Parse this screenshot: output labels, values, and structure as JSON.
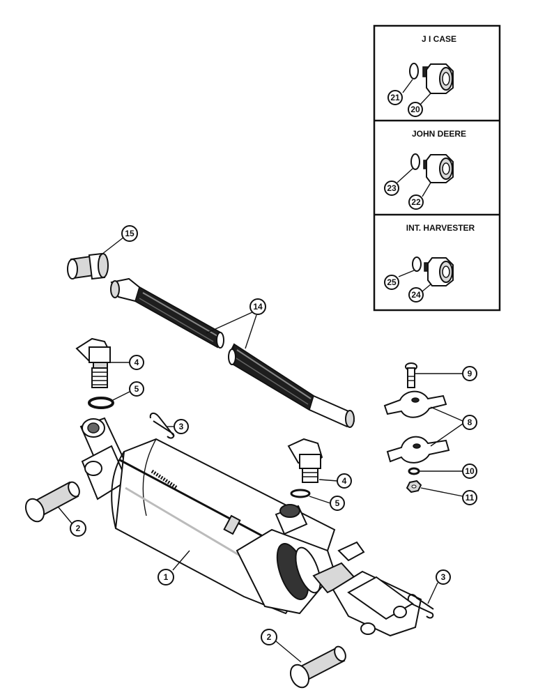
{
  "panels": [
    {
      "title": "J I CASE",
      "callouts": [
        "21",
        "20"
      ]
    },
    {
      "title": "JOHN DEERE",
      "callouts": [
        "23",
        "22"
      ]
    },
    {
      "title": "INT. HARVESTER",
      "callouts": [
        "25",
        "24"
      ]
    }
  ],
  "callouts": {
    "c1": "1",
    "c2a": "2",
    "c2b": "2",
    "c3a": "3",
    "c3b": "3",
    "c4a": "4",
    "c4b": "4",
    "c5a": "5",
    "c5b": "5",
    "c8": "8",
    "c9": "9",
    "c10": "10",
    "c11": "11",
    "c14": "14",
    "c15": "15"
  }
}
